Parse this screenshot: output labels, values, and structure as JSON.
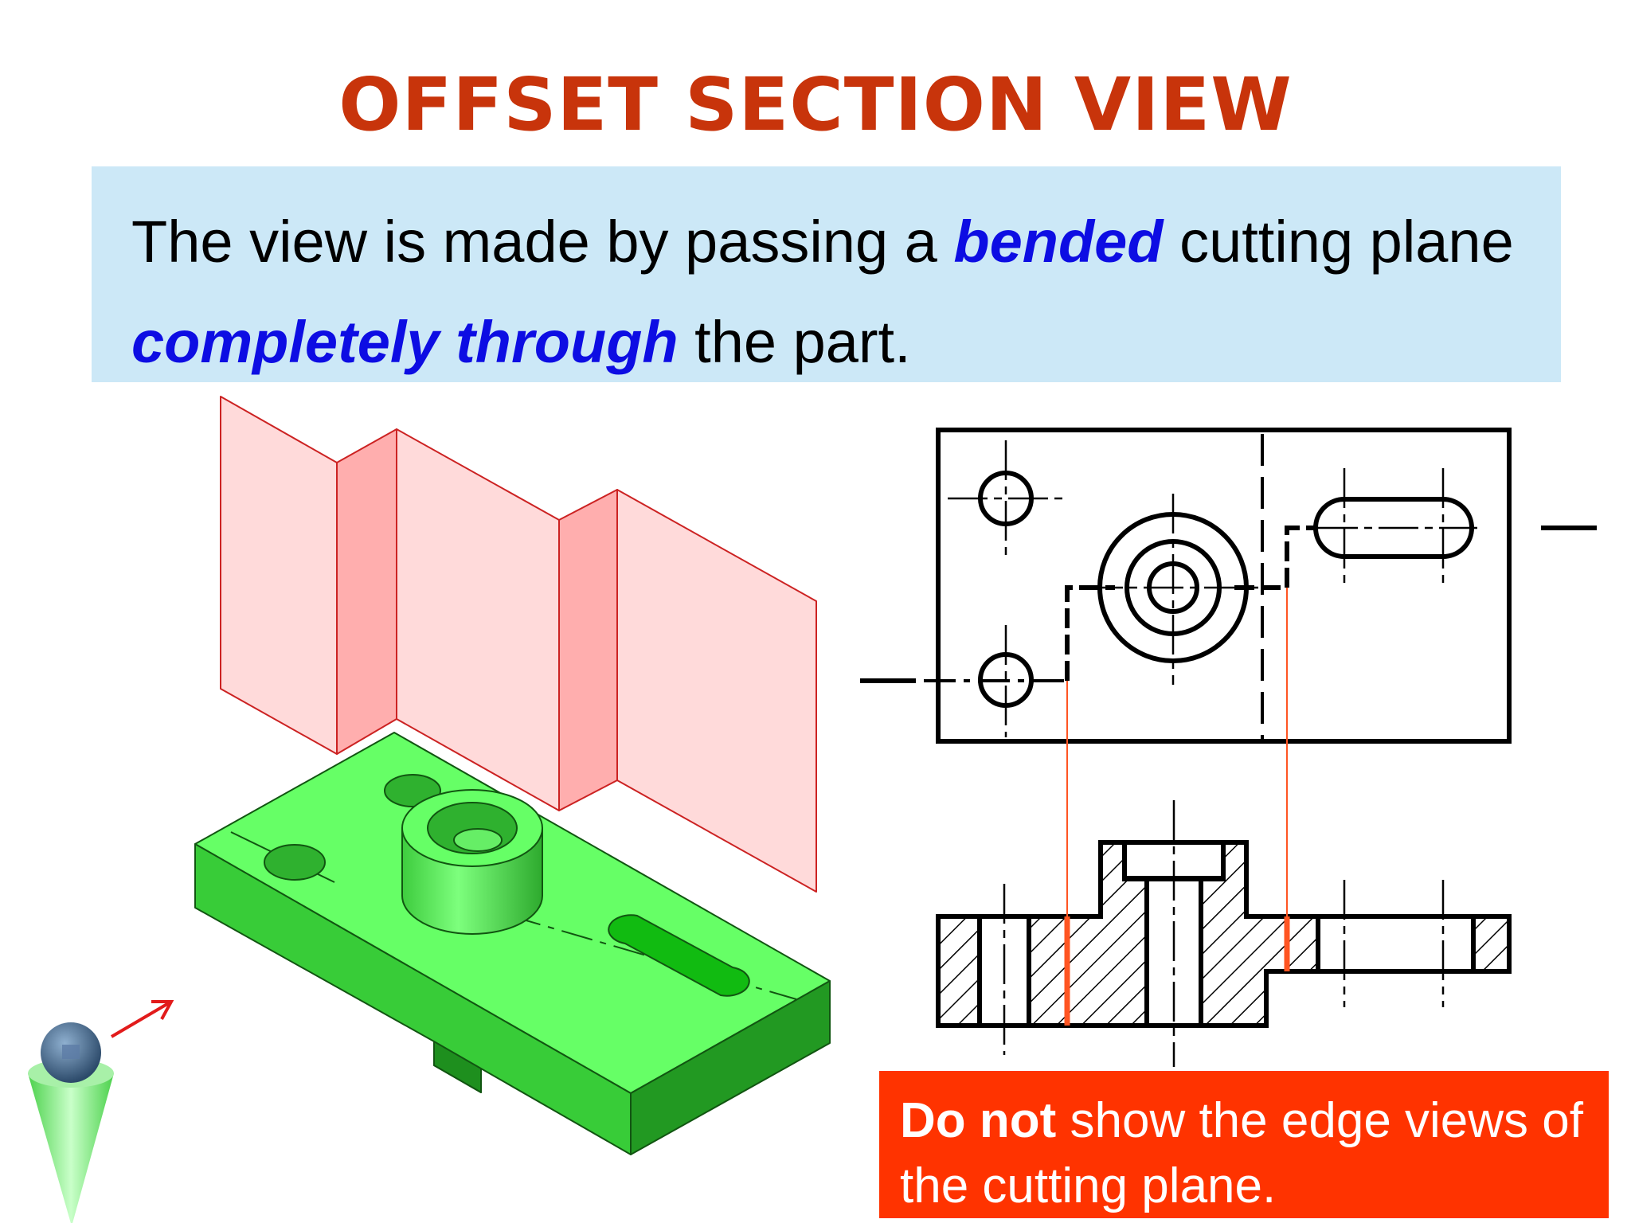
{
  "title": "OFFSET  SECTION  VIEW",
  "definition": {
    "part1": "The view is made by passing a ",
    "emph1": "bended",
    "part2": " cutting plane ",
    "emph2": "completely through",
    "part3": " the part."
  },
  "note": {
    "bold": "Do not",
    "rest": " show the edge views of the cutting plane."
  },
  "colors": {
    "title": "#c8340b",
    "box_bg": "#cce8f7",
    "emphasis": "#0d0de3",
    "note_bg": "#ff3300",
    "part_green": "#66ff66",
    "plane_pink": "#ffd6d6",
    "plane_outline": "#cc2222",
    "drawing_line": "#000000",
    "projection_line": "#ff5522"
  },
  "icons": [
    "viewer-icon",
    "view-direction-arrow-icon"
  ]
}
